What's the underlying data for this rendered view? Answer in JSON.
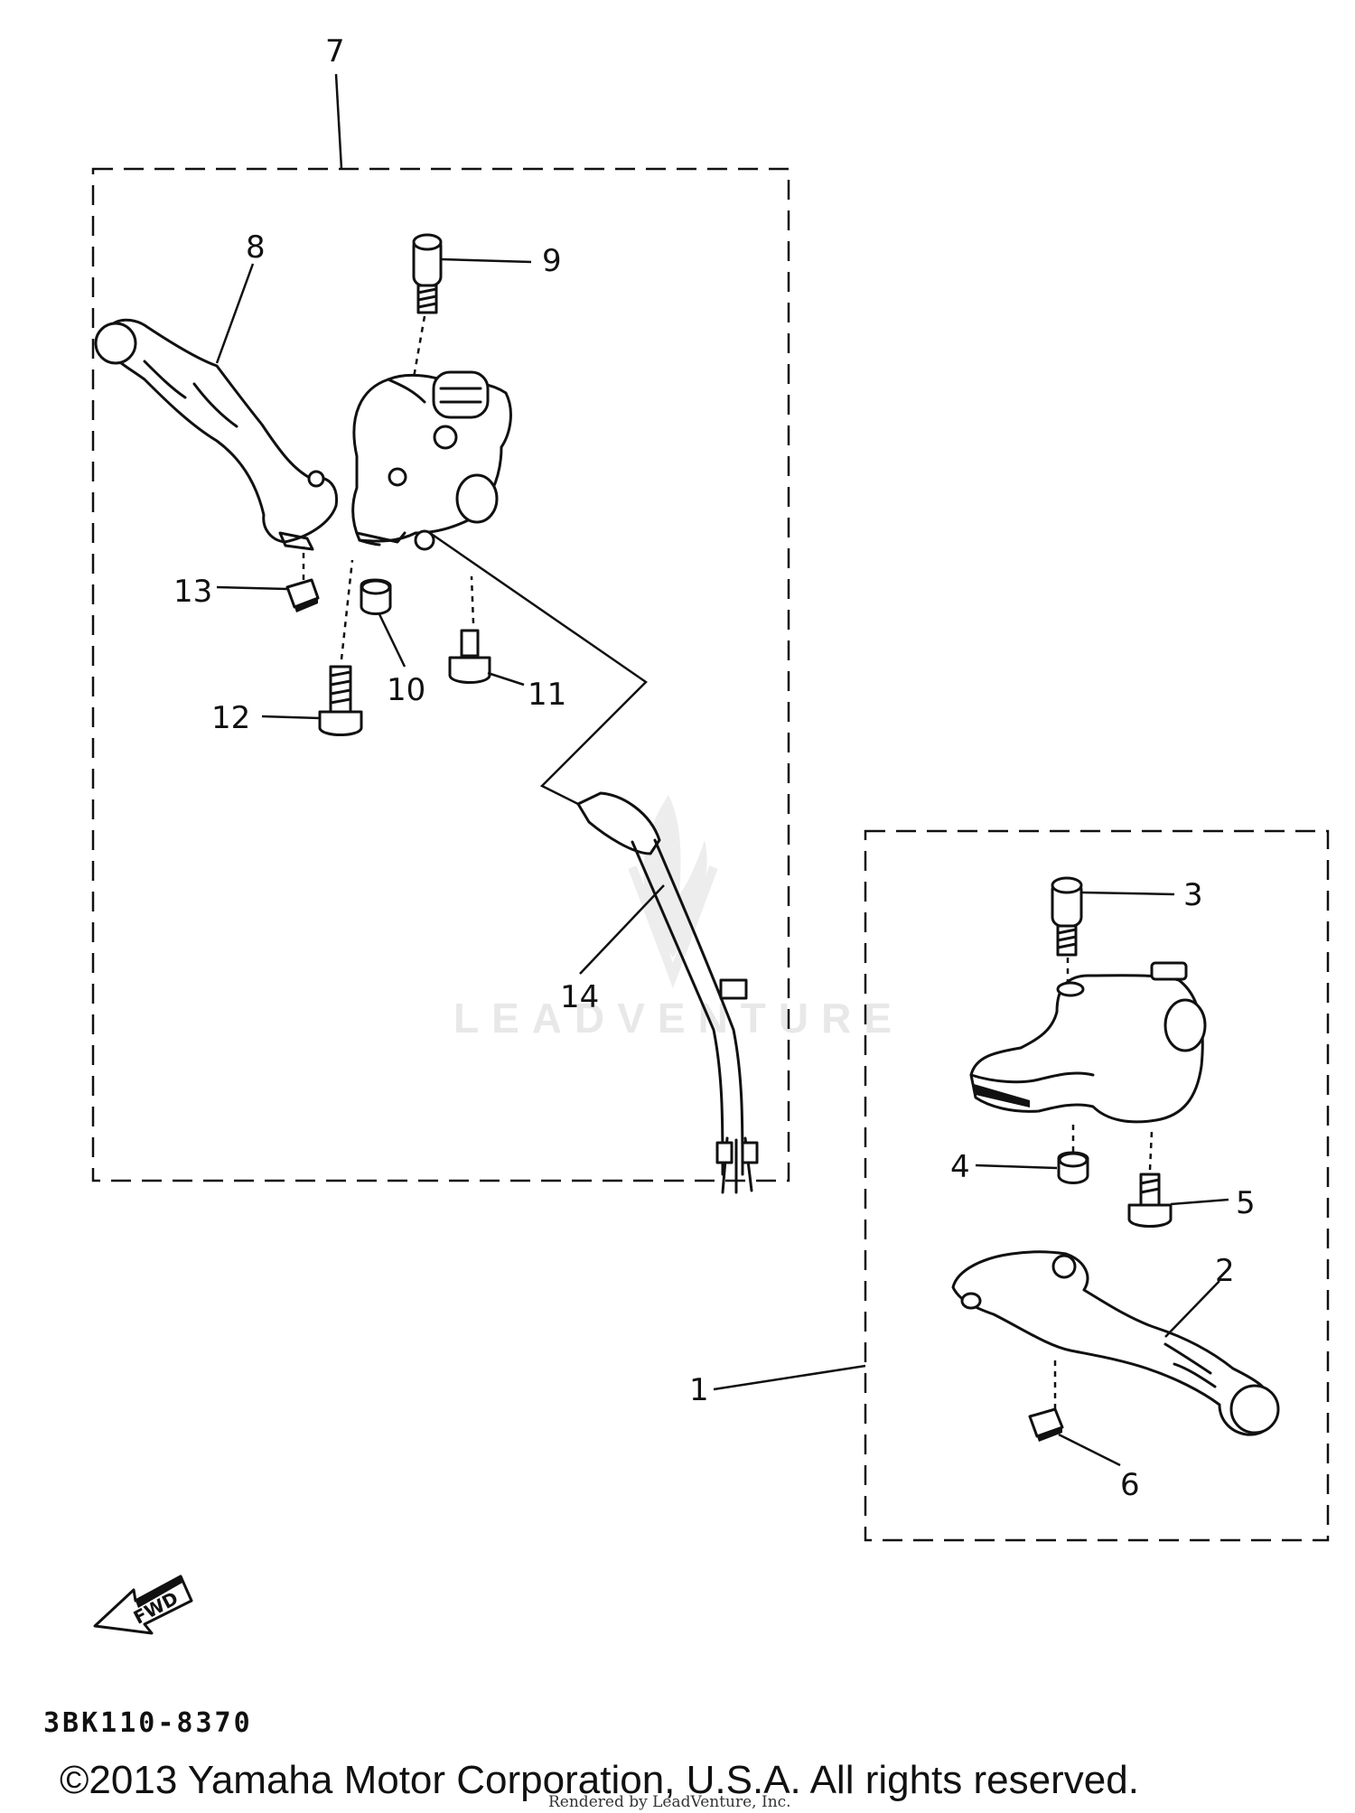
{
  "diagram": {
    "callouts": {
      "c1": "1",
      "c2": "2",
      "c3": "3",
      "c4": "4",
      "c5": "5",
      "c6": "6",
      "c7": "7",
      "c8": "8",
      "c9": "9",
      "c10": "10",
      "c11": "11",
      "c12": "12",
      "c13": "13",
      "c14": "14"
    },
    "fwd_label": "FWD",
    "diagram_code": "3BK110-8370"
  },
  "watermark": {
    "text": "LEADVENTURE"
  },
  "footer": {
    "copyright": "©2013 Yamaha Motor Corporation, U.S.A. All rights reserved.",
    "rendered_by": "Rendered by LeadVenture, Inc."
  }
}
